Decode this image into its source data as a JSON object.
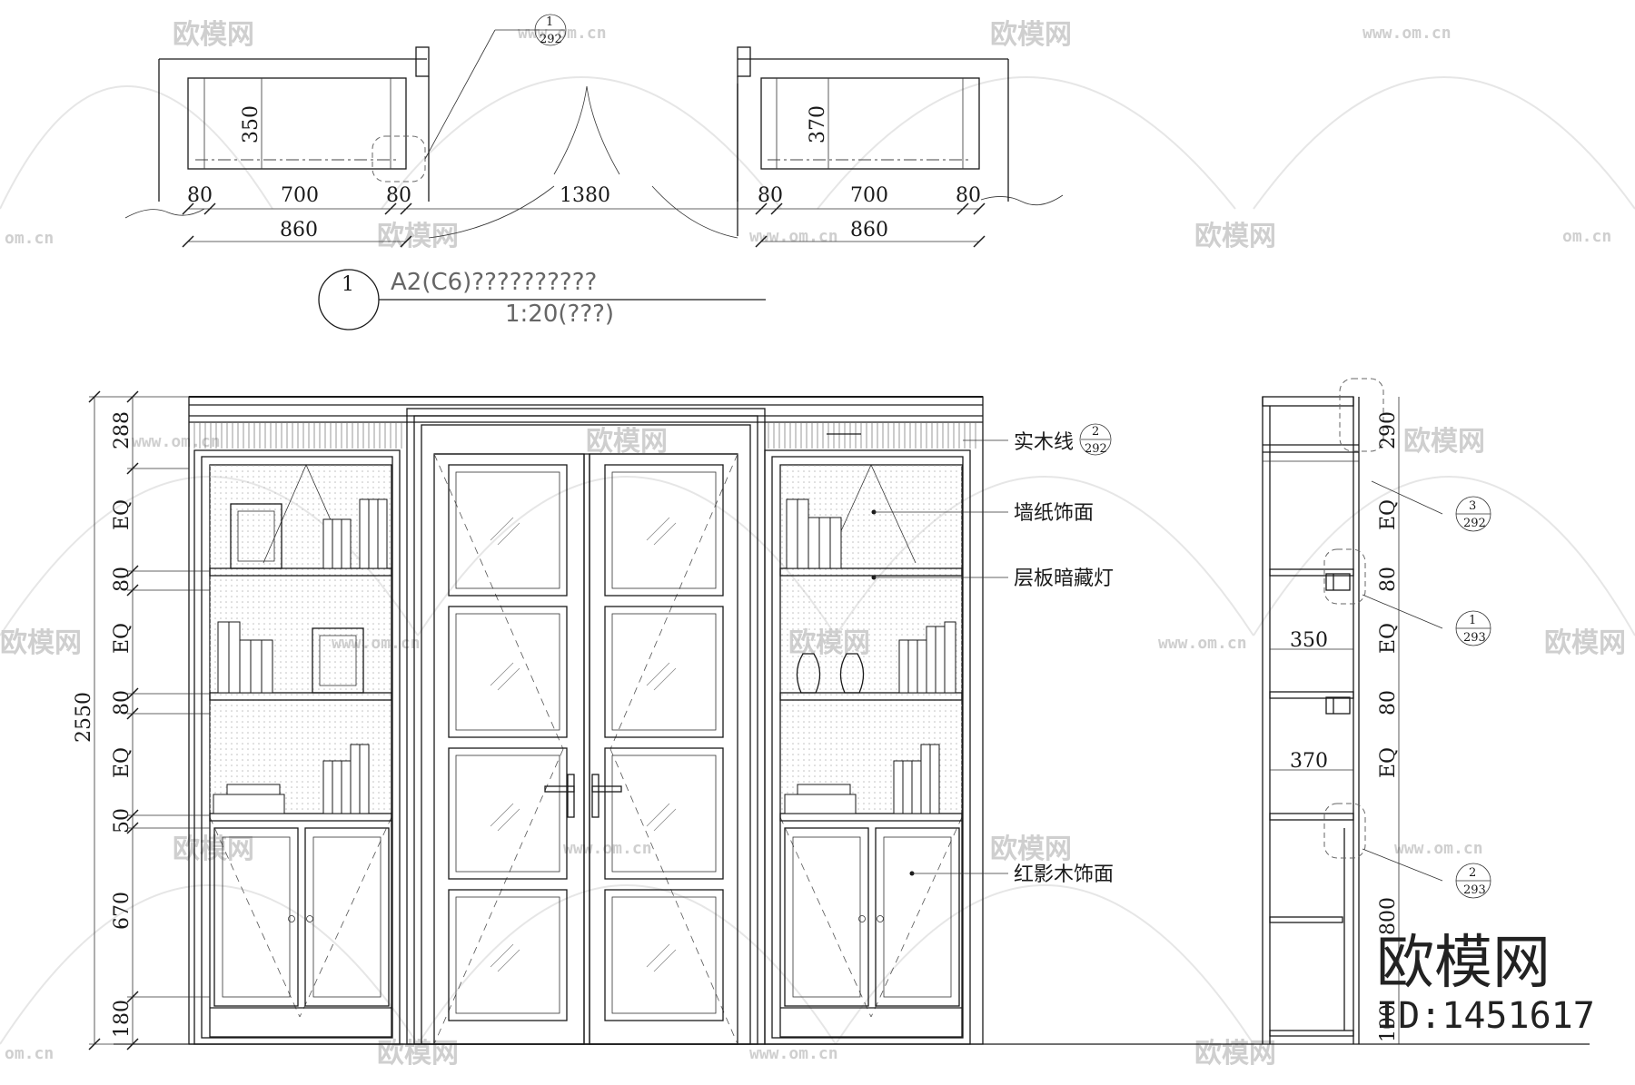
{
  "plan": {
    "left_depth": "350",
    "right_depth": "370",
    "left_segments": [
      "80",
      "700",
      "80"
    ],
    "left_total": "860",
    "gap": "1380",
    "right_segments": [
      "80",
      "700",
      "80"
    ],
    "right_total": "860",
    "callout_top": "1",
    "callout_bottom": "292"
  },
  "title_block": {
    "number": "1",
    "name": "A2(C6)??????????",
    "scale": "1:20(???)"
  },
  "elevation": {
    "height_total": "2550",
    "vertical_dims": [
      "288",
      "EQ",
      "80",
      "EQ",
      "80",
      "EQ",
      "50",
      "670",
      "180"
    ],
    "notes": [
      {
        "text": "实木线",
        "tag_top": "2",
        "tag_bottom": "292"
      },
      {
        "text": "墙纸饰面"
      },
      {
        "text": "层板暗藏灯"
      },
      {
        "text": "红影木饰面"
      }
    ]
  },
  "section": {
    "vertical_dims": [
      "290",
      "EQ",
      "80",
      "EQ",
      "80",
      "EQ",
      "800",
      "100"
    ],
    "depth_upper": "350",
    "depth_lower": "370",
    "callouts": [
      {
        "top": "3",
        "bottom": "292"
      },
      {
        "top": "1",
        "bottom": "293"
      },
      {
        "top": "2",
        "bottom": "293"
      }
    ]
  },
  "watermark": {
    "brand": "欧模网",
    "site": "www.om.cn",
    "site_partial": "om.cn",
    "id": "ID:1451617"
  }
}
